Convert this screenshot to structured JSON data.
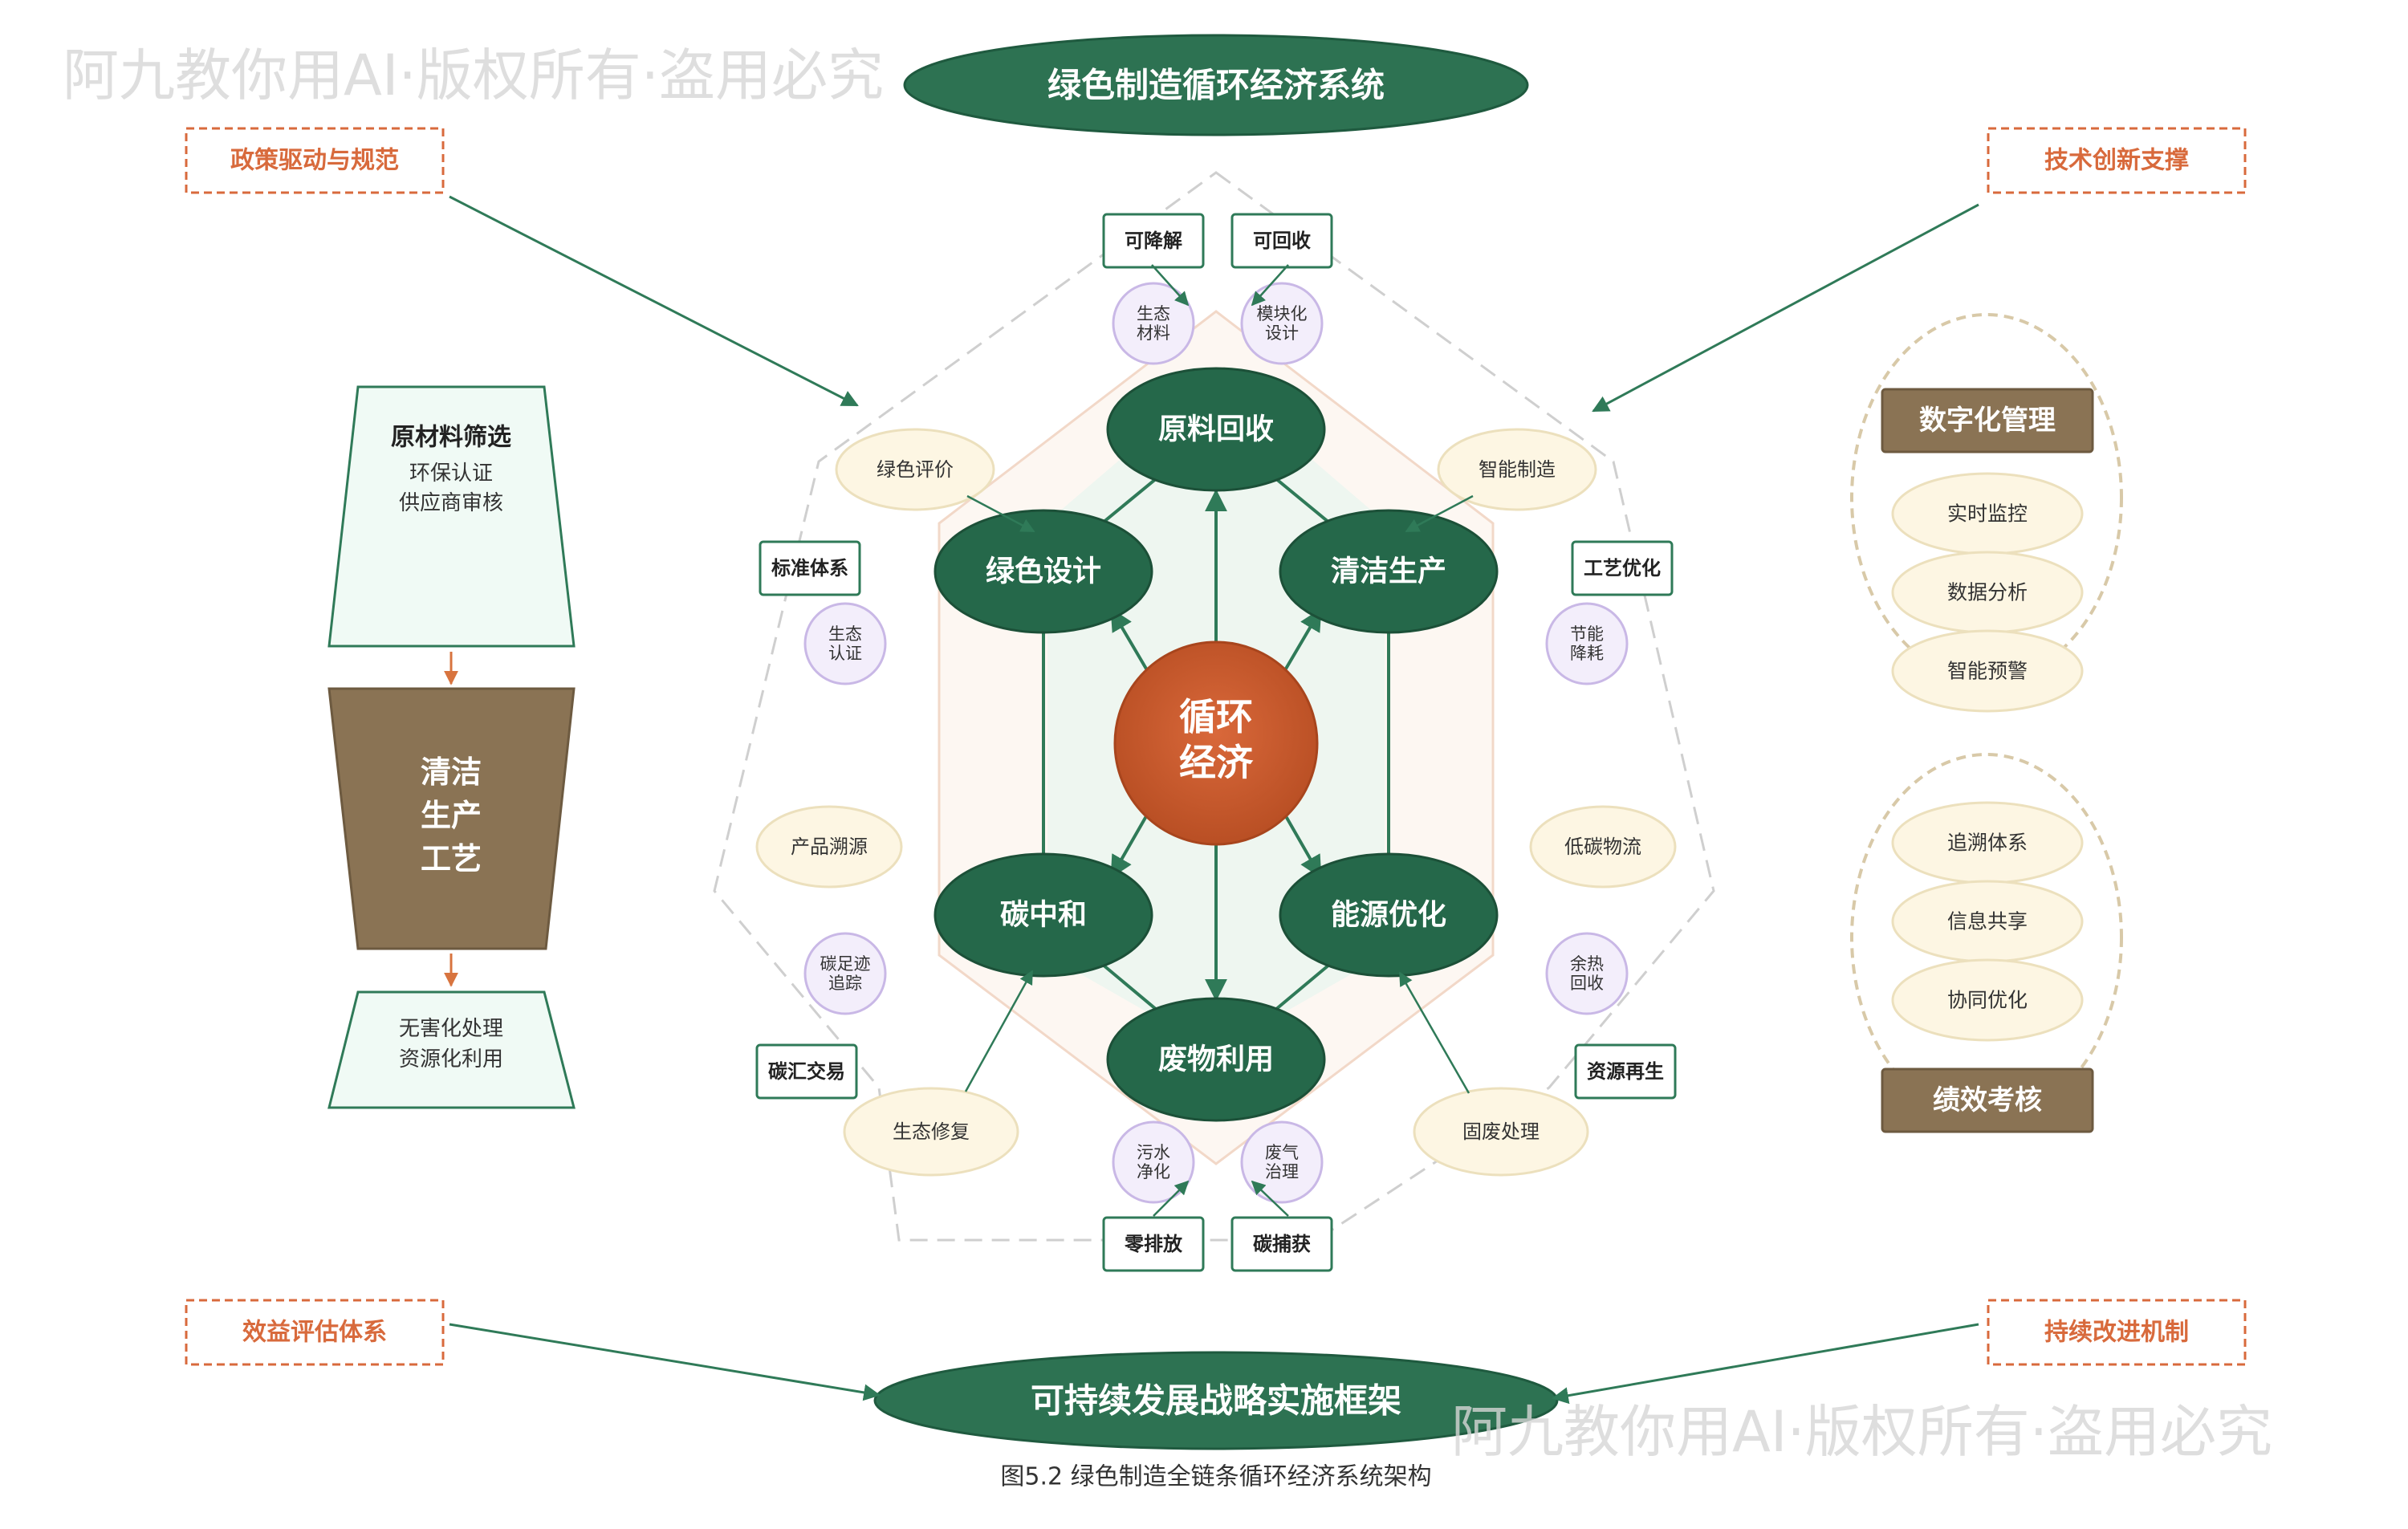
{
  "title": "绿色制造循环经济系统",
  "bottom_title": "可持续发展战略实施框架",
  "caption": "图5.2 绿色制造全链条循环经济系统架构",
  "watermark": "阿九教你用AI·版权所有·盗用必究",
  "corner_boxes": {
    "top_left": "政策驱动与规范",
    "top_right": "技术创新支撑",
    "bottom_left": "效益评估体系",
    "bottom_right": "持续改进机制"
  },
  "center": {
    "line1": "循环",
    "line2": "经济"
  },
  "main_nodes": {
    "top": "原料回收",
    "upper_left": "绿色设计",
    "upper_right": "清洁生产",
    "lower_left": "碳中和",
    "lower_right": "能源优化",
    "bottom": "废物利用"
  },
  "satellites": {
    "top_left": "生态\n材料",
    "top_right": "模块化\n设计",
    "left_upper": "生态\n认证",
    "left_lower": "碳足迹\n追踪",
    "right_upper": "节能\n降耗",
    "right_lower": "余热\n回收",
    "bottom_left": "污水\n净化",
    "bottom_right": "废气\n治理"
  },
  "ovals": {
    "green_eval": "绿色评价",
    "smart_mfg": "智能制造",
    "traceability": "产品溯源",
    "low_carbon": "低碳物流",
    "eco_repair": "生态修复",
    "solid_waste": "固废处理"
  },
  "tags": {
    "degradable": "可降解",
    "recyclable": "可回收",
    "standards": "标准体系",
    "process_opt": "工艺优化",
    "carbon_trade": "碳汇交易",
    "regeneration": "资源再生",
    "zero_emission": "零排放",
    "carbon_capture": "碳捕获"
  },
  "left_flow": {
    "top_title": "原材料筛选",
    "top_line1": "环保认证",
    "top_line2": "供应商审核",
    "mid_line1": "清洁",
    "mid_line2": "生产",
    "mid_line3": "工艺",
    "bottom_line1": "无害化处理",
    "bottom_line2": "资源化利用"
  },
  "right_panels": {
    "digital_title": "数字化管理",
    "digital_items": [
      "实时监控",
      "数据分析",
      "智能预警"
    ],
    "perf_title": "绩效考核",
    "perf_items": [
      "追溯体系",
      "信息共享",
      "协同优化"
    ]
  },
  "colors": {
    "dark_green": "#25684a",
    "green_line": "#2f7a58",
    "orange_center": "#c95a2b",
    "brown": "#8a7354",
    "orange_text": "#d86a3c"
  }
}
